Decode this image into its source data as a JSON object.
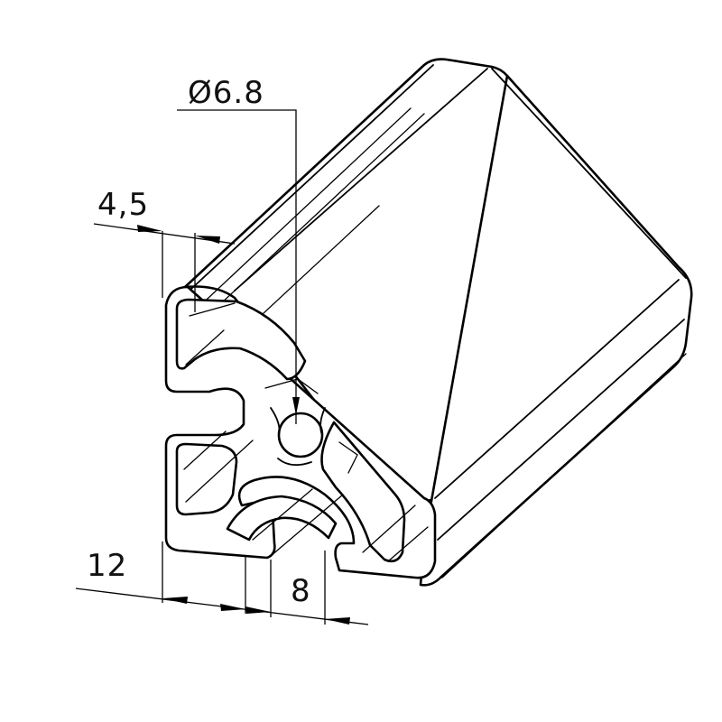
{
  "dimensions": {
    "diameter": "Ø6.8",
    "slot_width": "4,5",
    "pitch_left": "12",
    "pitch_right": "8"
  },
  "colors": {
    "line": "#000000",
    "background": "#ffffff"
  }
}
